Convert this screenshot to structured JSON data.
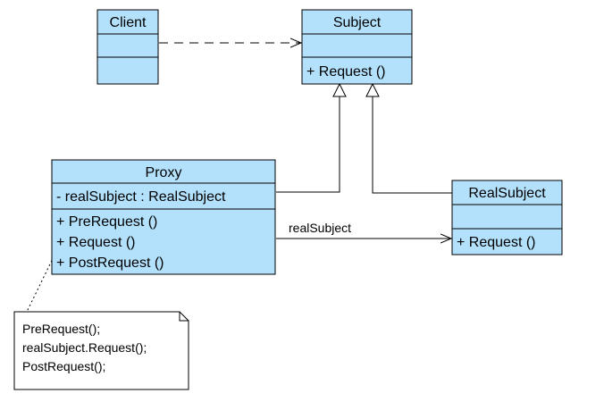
{
  "diagram": {
    "colors": {
      "class_fill": "#b3e0fb",
      "class_stroke": "#000000",
      "line": "#000000",
      "note_fill": "#ffffff",
      "background": "#ffffff"
    },
    "classes": {
      "client": {
        "name": "Client",
        "attributes": [],
        "operations": []
      },
      "subject": {
        "name": "Subject",
        "attributes": [],
        "operations": [
          "+ Request ()"
        ]
      },
      "proxy": {
        "name": "Proxy",
        "attributes": [
          "- realSubject : RealSubject"
        ],
        "operations": [
          "+ PreRequest ()",
          "+ Request ()",
          "+ PostRequest ()"
        ]
      },
      "real_subject": {
        "name": "RealSubject",
        "attributes": [],
        "operations": [
          "+ Request ()"
        ]
      }
    },
    "relationships": {
      "dependency": "Client depends on Subject",
      "generalization_proxy": "Proxy generalizes Subject",
      "generalization_real": "RealSubject generalizes Subject",
      "association_label": "realSubject"
    },
    "note": {
      "lines": [
        "PreRequest();",
        "realSubject.Request();",
        "PostRequest();"
      ]
    }
  }
}
